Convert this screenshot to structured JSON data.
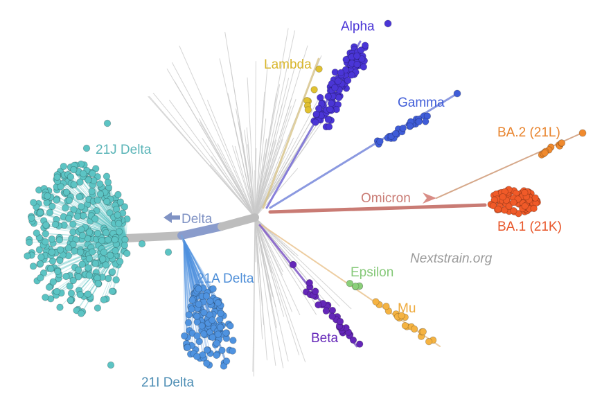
{
  "labels": {
    "alpha": "Alpha",
    "lambda": "Lambda",
    "gamma": "Gamma",
    "ba2": "BA.2 (21L)",
    "omicron": "Omicron",
    "ba1": "BA.1 (21K)",
    "delta": "Delta",
    "delta_21j": "21J Delta",
    "delta_21a": "21A Delta",
    "delta_21i": "21I Delta",
    "epsilon": "Epsilon",
    "mu": "Mu",
    "beta": "Beta"
  },
  "credit": "Nextstrain.org",
  "colors": {
    "alpha": "#4a35d6",
    "lambda": "#e1c130",
    "gamma": "#3f5cd8",
    "ba2": "#f08a2e",
    "omicron": "#c97b74",
    "ba1": "#f05a28",
    "delta_21j": "#5cc4c4",
    "delta_21a": "#4f93e0",
    "delta_21i": "#4f8fb5",
    "delta_arrow": "#8093c4",
    "epsilon": "#8bd07a",
    "mu": "#f5b342",
    "beta": "#6426b8",
    "trunk": "#bdbdbd",
    "credit": "#9a9a9a"
  }
}
